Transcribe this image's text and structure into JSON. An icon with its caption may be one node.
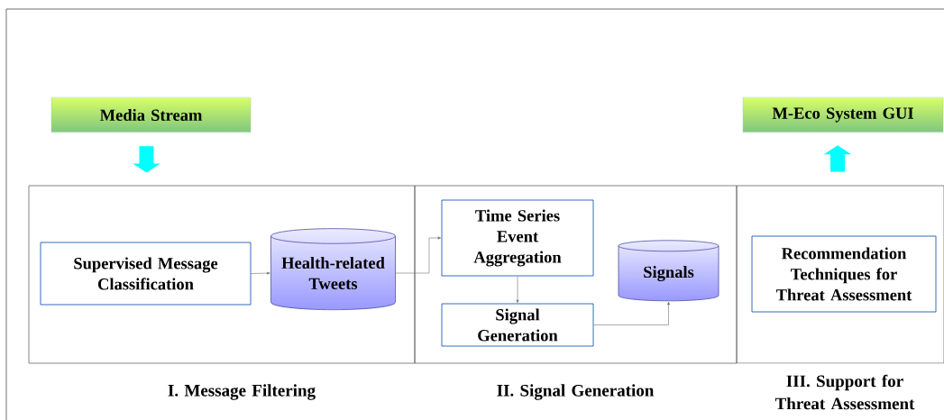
{
  "diagram": {
    "nodes": [
      {
        "text": [
          "Media Stream"
        ]
      },
      {
        "text": [
          "M-Eco System GUI"
        ]
      },
      {
        "text": [
          "I. Message Filtering"
        ]
      },
      {
        "text": [
          "Supervised Message Classification"
        ],
        "in": 2
      },
      {
        "text": [
          "Health-related Tweets"
        ],
        "in": 2
      },
      {
        "text": [
          "II. Signal Generation"
        ]
      },
      {
        "text": [
          "Time Series Event Aggregation"
        ],
        "in": 5
      },
      {
        "text": [
          "Signal Generation"
        ],
        "in": 5
      },
      {
        "text": [
          "Signals"
        ],
        "in": 5
      },
      {
        "text": [
          "III. Support for Threat Assessment"
        ]
      },
      {
        "text": [
          "Recommendation Techniques for Threat Assessment"
        ],
        "in": 9
      }
    ],
    "edges": [
      {
        "from": 0,
        "to": 2,
        "arrow": "to",
        "style": "thick",
        "color": "#00ffff"
      },
      {
        "from": 3,
        "to": 4,
        "arrow": "to"
      },
      {
        "from": 4,
        "to": 6,
        "arrow": "to"
      },
      {
        "from": 6,
        "to": 7,
        "arrow": "to"
      },
      {
        "from": 7,
        "to": 8,
        "arrow": "to"
      },
      {
        "from": 9,
        "to": 1,
        "arrow": "to",
        "style": "thick",
        "color": "#00ffff"
      }
    ]
  }
}
